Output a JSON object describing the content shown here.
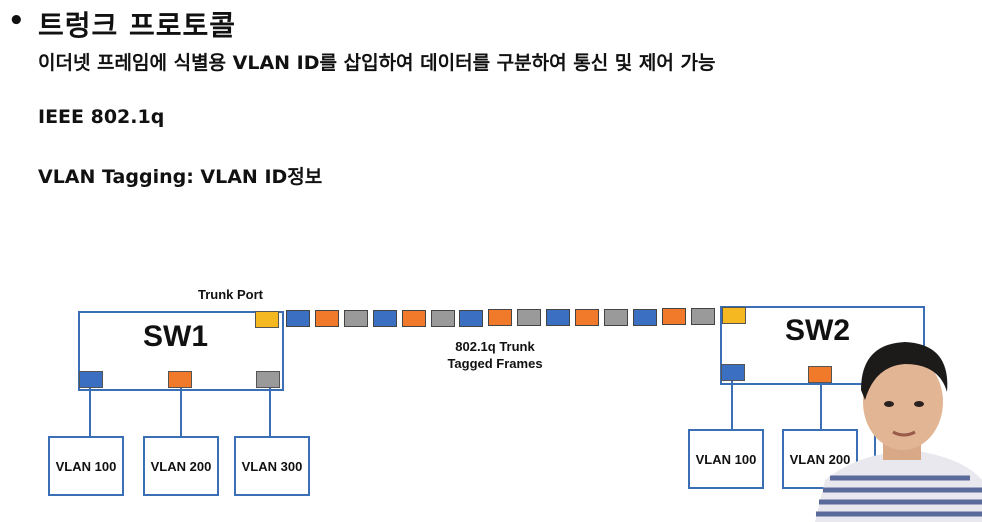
{
  "slide": {
    "bullet": "•",
    "heading": "트렁크 프로토콜",
    "line1": "이더넷 프레임에 식별용 VLAN ID를 삽입하여 데이터를 구분하여 통신 및 제어 가능",
    "line2": "IEEE 802.1q",
    "line3": "VLAN Tagging: VLAN ID정보"
  },
  "diagram": {
    "trunk_port_label": "Trunk Port",
    "trunk_label_line1": "802.1q Trunk",
    "trunk_label_line2": "Tagged Frames",
    "sw1": {
      "label": "SW1"
    },
    "sw2": {
      "label": "SW2"
    },
    "sw1_vlans": [
      "VLAN 100",
      "VLAN 200",
      "VLAN 300"
    ],
    "sw2_vlans": [
      "VLAN 100",
      "VLAN 200"
    ],
    "colors": {
      "blue": "#3a6fc1",
      "orange": "#f07a2a",
      "gray": "#9a9a9a",
      "yellow": "#f5b820",
      "line": "#3b6fb5"
    },
    "frame_sequence": [
      "blue",
      "orange",
      "gray",
      "blue",
      "orange",
      "gray",
      "blue",
      "orange",
      "gray",
      "blue",
      "orange",
      "gray",
      "blue",
      "orange",
      "gray"
    ]
  },
  "presenter": {
    "description_icon": "presenter-icon"
  }
}
